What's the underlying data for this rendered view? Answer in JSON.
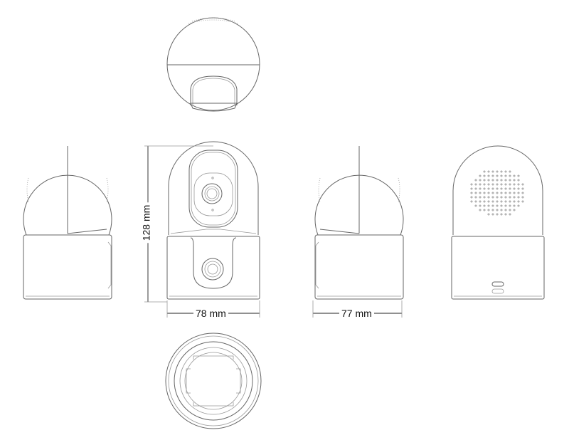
{
  "title": "Camera dimension drawing",
  "views": [
    "top-view",
    "left-side-view",
    "front-view",
    "right-side-view",
    "back-view",
    "bottom-view"
  ],
  "dimensions": {
    "height_label": "128 mm",
    "front_width_label": "78 mm",
    "side_depth_label": "77 mm"
  }
}
